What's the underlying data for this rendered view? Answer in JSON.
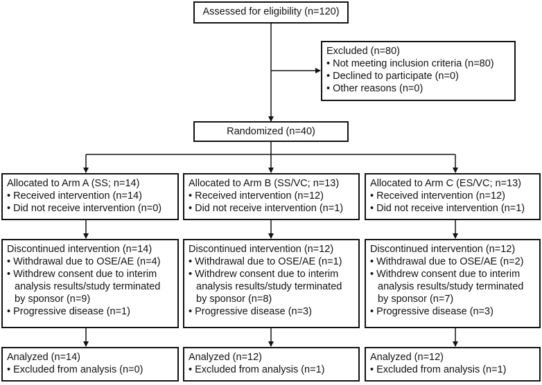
{
  "assessed": "Assessed for eligibility (n=120)",
  "excluded": {
    "title": "Excluded (n=80)",
    "items": [
      "Not meeting inclusion criteria (n=80)",
      "Declined to participate (n=0)",
      "Other reasons (n=0)"
    ]
  },
  "randomized": "Randomized (n=40)",
  "arms": [
    {
      "allocated": "Allocated to Arm A (SS; n=14)",
      "received": "Received intervention (n=14)",
      "not_received": "Did not receive intervention (n=0)",
      "discontinued": "Discontinued intervention (n=14)",
      "withdrawal": "Withdrawal due to OSE/AE (n=4)",
      "consent_1": "Withdrew consent due to interim",
      "consent_2": "analysis results/study terminated",
      "consent_3": "by sponsor (n=9)",
      "progressive": "Progressive disease (n=1)",
      "analyzed": "Analyzed (n=14)",
      "excluded_analysis": "Excluded from analysis (n=0)"
    },
    {
      "allocated": "Allocated to Arm B (SS/VC; n=13)",
      "received": "Received intervention (n=12)",
      "not_received": "Did not receive intervention (n=1)",
      "discontinued": "Discontinued intervention (n=12)",
      "withdrawal": "Withdrawal due to OSE/AE (n=1)",
      "consent_1": "Withdrew consent due to interim",
      "consent_2": "analysis results/study terminated",
      "consent_3": "by sponsor (n=8)",
      "progressive": "Progressive disease (n=3)",
      "analyzed": "Analyzed (n=12)",
      "excluded_analysis": "Excluded from analysis (n=1)"
    },
    {
      "allocated": "Allocated to Arm C (ES/VC; n=13)",
      "received": "Received intervention (n=12)",
      "not_received": "Did not receive intervention (n=1)",
      "discontinued": "Discontinued intervention (n=12)",
      "withdrawal": "Withdrawal due to OSE/AE (n=2)",
      "consent_1": "Withdrew consent due to interim",
      "consent_2": "analysis results/study terminated",
      "consent_3": "by sponsor (n=7)",
      "progressive": "Progressive disease (n=3)",
      "analyzed": "Analyzed (n=12)",
      "excluded_analysis": "Excluded from analysis (n=1)"
    }
  ]
}
